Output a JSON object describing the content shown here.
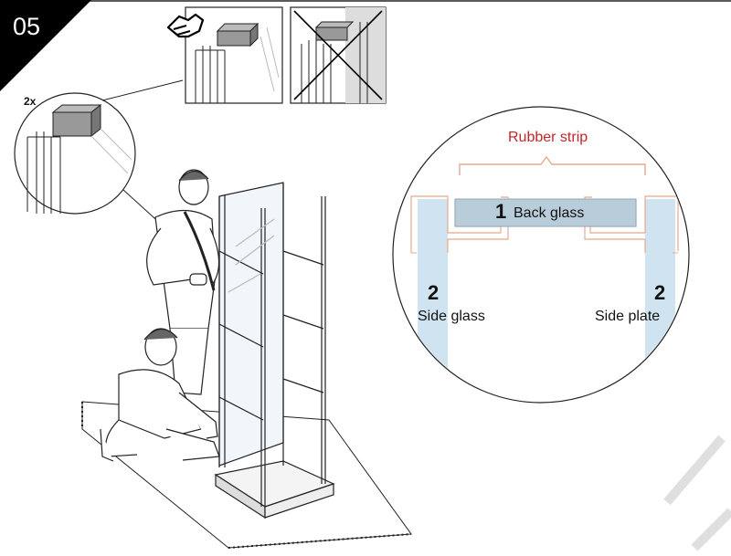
{
  "step": {
    "number": "05",
    "quantity": "2x"
  },
  "detail": {
    "title": "Rubber strip",
    "back_glass": {
      "num": "1",
      "label": "Back glass"
    },
    "side_glass": {
      "num": "2",
      "label": "Side glass"
    },
    "side_plate": {
      "num": "2",
      "label": "Side plate"
    }
  },
  "colors": {
    "glass_fill": "#cfe4f0",
    "back_glass_fill": "#b9ccd9",
    "strip_outline": "#e8a88e",
    "title_red": "#c0262b",
    "badge": "#000000"
  },
  "icons": [
    "hand-press-icon",
    "cross-out-icon"
  ]
}
